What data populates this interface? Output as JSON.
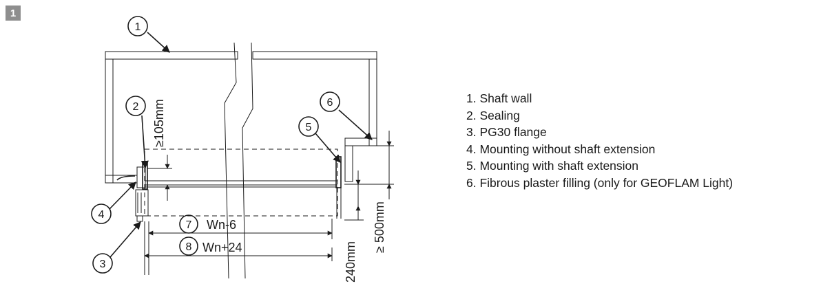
{
  "figure_number": "1",
  "callouts": [
    "1",
    "2",
    "3",
    "4",
    "5",
    "6",
    "7",
    "8"
  ],
  "dimensions": {
    "min_105": "≥105mm",
    "min_500": "≥ 500mm",
    "d_240": "240mm",
    "wn_minus": "Wn-6",
    "wn_plus": "Wn+24"
  },
  "legend": [
    "1. Shaft wall",
    "2. Sealing",
    "3. PG30 flange",
    "4. Mounting without shaft extension",
    "5. Mounting with shaft extension",
    "6. Fibrous plaster filling (only for GEOFLAM Light)"
  ]
}
